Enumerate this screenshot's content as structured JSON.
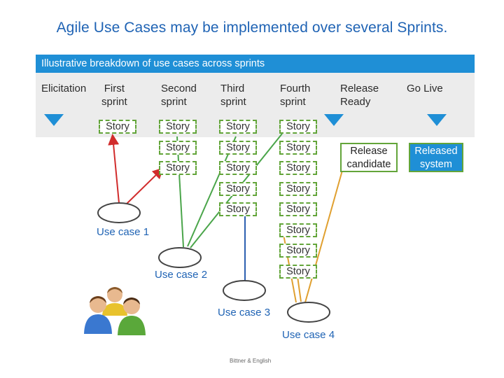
{
  "title": "Agile Use Cases may be implemented over several Sprints.",
  "banner": "Illustrative breakdown of use cases across sprints",
  "phases": [
    {
      "line1": "",
      "line2": "Elicitation"
    },
    {
      "line1": "First",
      "line2": "sprint"
    },
    {
      "line1": "Second",
      "line2": "sprint"
    },
    {
      "line1": "Third",
      "line2": "sprint"
    },
    {
      "line1": "Fourth",
      "line2": "sprint"
    },
    {
      "line1": "Release",
      "line2": "Ready"
    },
    {
      "line1": "",
      "line2": "Go Live"
    }
  ],
  "story_label": "Story",
  "release": {
    "line1": "Release",
    "line2": "candidate"
  },
  "live": {
    "line1": "Released",
    "line2": "system"
  },
  "use_cases": [
    "Use case 1",
    "Use case 2",
    "Use case 3",
    "Use case 4"
  ],
  "footer": "Bittner & English",
  "colors": {
    "accent": "#1f8fd6",
    "title": "#1f63b4",
    "story_border": "#63a53a",
    "uc1_line": "#d12c2c",
    "uc2_line": "#4aa54a",
    "uc3_line": "#2c5fb0",
    "uc4_line": "#e0a030"
  },
  "icons": [
    "people-group-icon"
  ]
}
